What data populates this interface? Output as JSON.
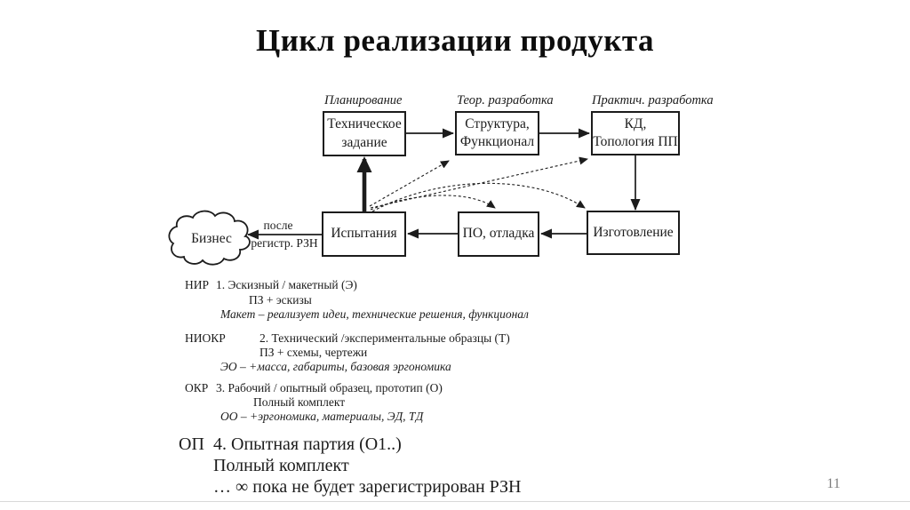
{
  "slide": {
    "title": "Цикл реализации продукта",
    "page_number": "11"
  },
  "colors": {
    "ink": "#1c1c1c",
    "background": "#ffffff",
    "page_number_gray": "#7f7f7f"
  },
  "diagram": {
    "stage_labels": {
      "planning": "Планирование",
      "theoretical": "Теор. разработка",
      "practical": "Практич. разработка"
    },
    "boxes": {
      "tech_task": "Техническое\nзадание",
      "structure": "Структура,\nФункционал",
      "kd_topology": "КД,\nТопология ПП",
      "testing": "Испытания",
      "software_debug": "ПО, отладка",
      "manufacturing": "Изготовление"
    },
    "cloud_label": "Бизнес",
    "to_business_label_top": "после",
    "to_business_label_bottom": "регистр. РЗН"
  },
  "notes": {
    "sections": [
      {
        "abbr": "НИР",
        "title": "1. Эскизный / макетный (Э)",
        "detail": "ПЗ + эскизы",
        "italic": "Макет – реализует идеи, технические решения, функционал"
      },
      {
        "abbr": "НИОКР",
        "title": "2. Технический /экспериментальные образцы (Т)",
        "detail": "ПЗ + схемы, чертежи",
        "italic": "ЭО –  +масса, габариты, базовая эргономика"
      },
      {
        "abbr": "ОКР",
        "title": "3. Рабочий / опытный образец, прототип (О)",
        "detail": "Полный комплект",
        "italic": "ОО –  +эргономика, материалы, ЭД, ТД"
      }
    ],
    "op": {
      "abbr": "ОП",
      "title": "4. Опытная партия (О1..)",
      "detail": "Полный комплект",
      "note": "… ∞ пока не будет зарегистрирован РЗН"
    }
  }
}
